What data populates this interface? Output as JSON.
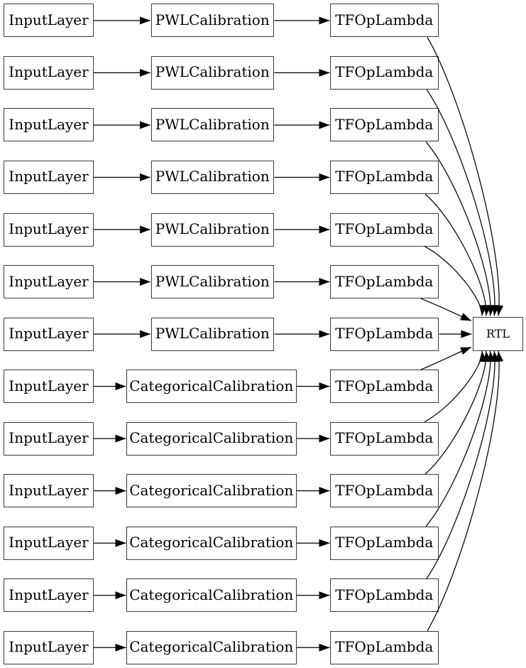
{
  "diagram": {
    "kind": "model-graph",
    "sink_label": "RTL",
    "edges_per_row": [
      "input->calibration",
      "calibration->lambda",
      "lambda->sink"
    ],
    "rows": [
      {
        "input": "InputLayer",
        "calibration": "PWLCalibration",
        "calibration_type": "pwl",
        "lambda": "TFOpLambda"
      },
      {
        "input": "InputLayer",
        "calibration": "PWLCalibration",
        "calibration_type": "pwl",
        "lambda": "TFOpLambda"
      },
      {
        "input": "InputLayer",
        "calibration": "PWLCalibration",
        "calibration_type": "pwl",
        "lambda": "TFOpLambda"
      },
      {
        "input": "InputLayer",
        "calibration": "PWLCalibration",
        "calibration_type": "pwl",
        "lambda": "TFOpLambda"
      },
      {
        "input": "InputLayer",
        "calibration": "PWLCalibration",
        "calibration_type": "pwl",
        "lambda": "TFOpLambda"
      },
      {
        "input": "InputLayer",
        "calibration": "PWLCalibration",
        "calibration_type": "pwl",
        "lambda": "TFOpLambda"
      },
      {
        "input": "InputLayer",
        "calibration": "PWLCalibration",
        "calibration_type": "pwl",
        "lambda": "TFOpLambda"
      },
      {
        "input": "InputLayer",
        "calibration": "CategoricalCalibration",
        "calibration_type": "categorical",
        "lambda": "TFOpLambda"
      },
      {
        "input": "InputLayer",
        "calibration": "CategoricalCalibration",
        "calibration_type": "categorical",
        "lambda": "TFOpLambda"
      },
      {
        "input": "InputLayer",
        "calibration": "CategoricalCalibration",
        "calibration_type": "categorical",
        "lambda": "TFOpLambda"
      },
      {
        "input": "InputLayer",
        "calibration": "CategoricalCalibration",
        "calibration_type": "categorical",
        "lambda": "TFOpLambda"
      },
      {
        "input": "InputLayer",
        "calibration": "CategoricalCalibration",
        "calibration_type": "categorical",
        "lambda": "TFOpLambda"
      },
      {
        "input": "InputLayer",
        "calibration": "CategoricalCalibration",
        "calibration_type": "categorical",
        "lambda": "TFOpLambda"
      }
    ]
  },
  "colors": {
    "background": "#ffffff",
    "node_fill": "#ffffff",
    "node_border": "#3a3a3a",
    "edge": "#000000",
    "text": "#000000"
  }
}
